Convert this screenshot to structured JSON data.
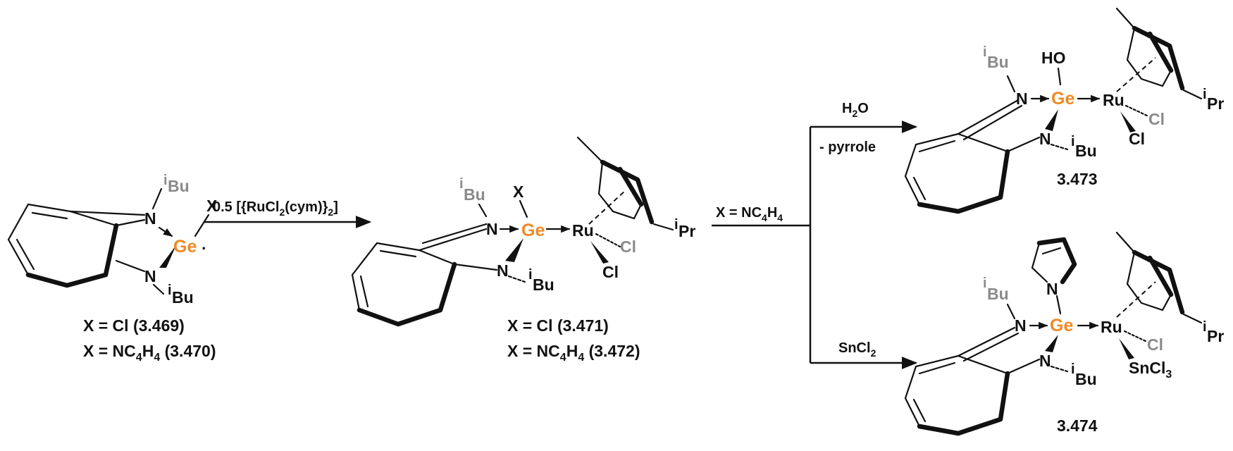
{
  "colors": {
    "germanium": "#f08a24",
    "ligand_gray": "#8a8a8a",
    "ink": "#111111"
  },
  "atoms": {
    "N": "N",
    "Ge": "Ge",
    "Ru": "Ru",
    "Cl": "Cl",
    "X": "X",
    "HO": "HO",
    "iBu_sup": "i",
    "iBu": "Bu",
    "iPr_sup": "i",
    "iPr": "Pr",
    "Sn": "SnCl",
    "Sn_sub": "3"
  },
  "compound1": {
    "line1": "X = Cl (3.469)",
    "line2_a": "X = NC",
    "line2_b": "4",
    "line2_c": "H",
    "line2_d": "4",
    "line2_e": " (3.470)"
  },
  "step1": {
    "a": "0.5 [{RuCl",
    "b": "2",
    "c": "(cym)}",
    "d": "2",
    "e": "]"
  },
  "compound2": {
    "line1": "X = Cl (3.471)",
    "line2_a": "X = NC",
    "line2_b": "4",
    "line2_c": "H",
    "line2_d": "4",
    "line2_e": " (3.472)"
  },
  "branch": {
    "a": "X = NC",
    "b": "4",
    "c": "H",
    "d": "4"
  },
  "upper": {
    "reagent_a": "H",
    "reagent_b": "2",
    "reagent_c": "O",
    "byproduct": "- pyrrole",
    "product": "3.473"
  },
  "lower": {
    "reagent_a": "SnCl",
    "reagent_b": "2",
    "product": "3.474"
  }
}
